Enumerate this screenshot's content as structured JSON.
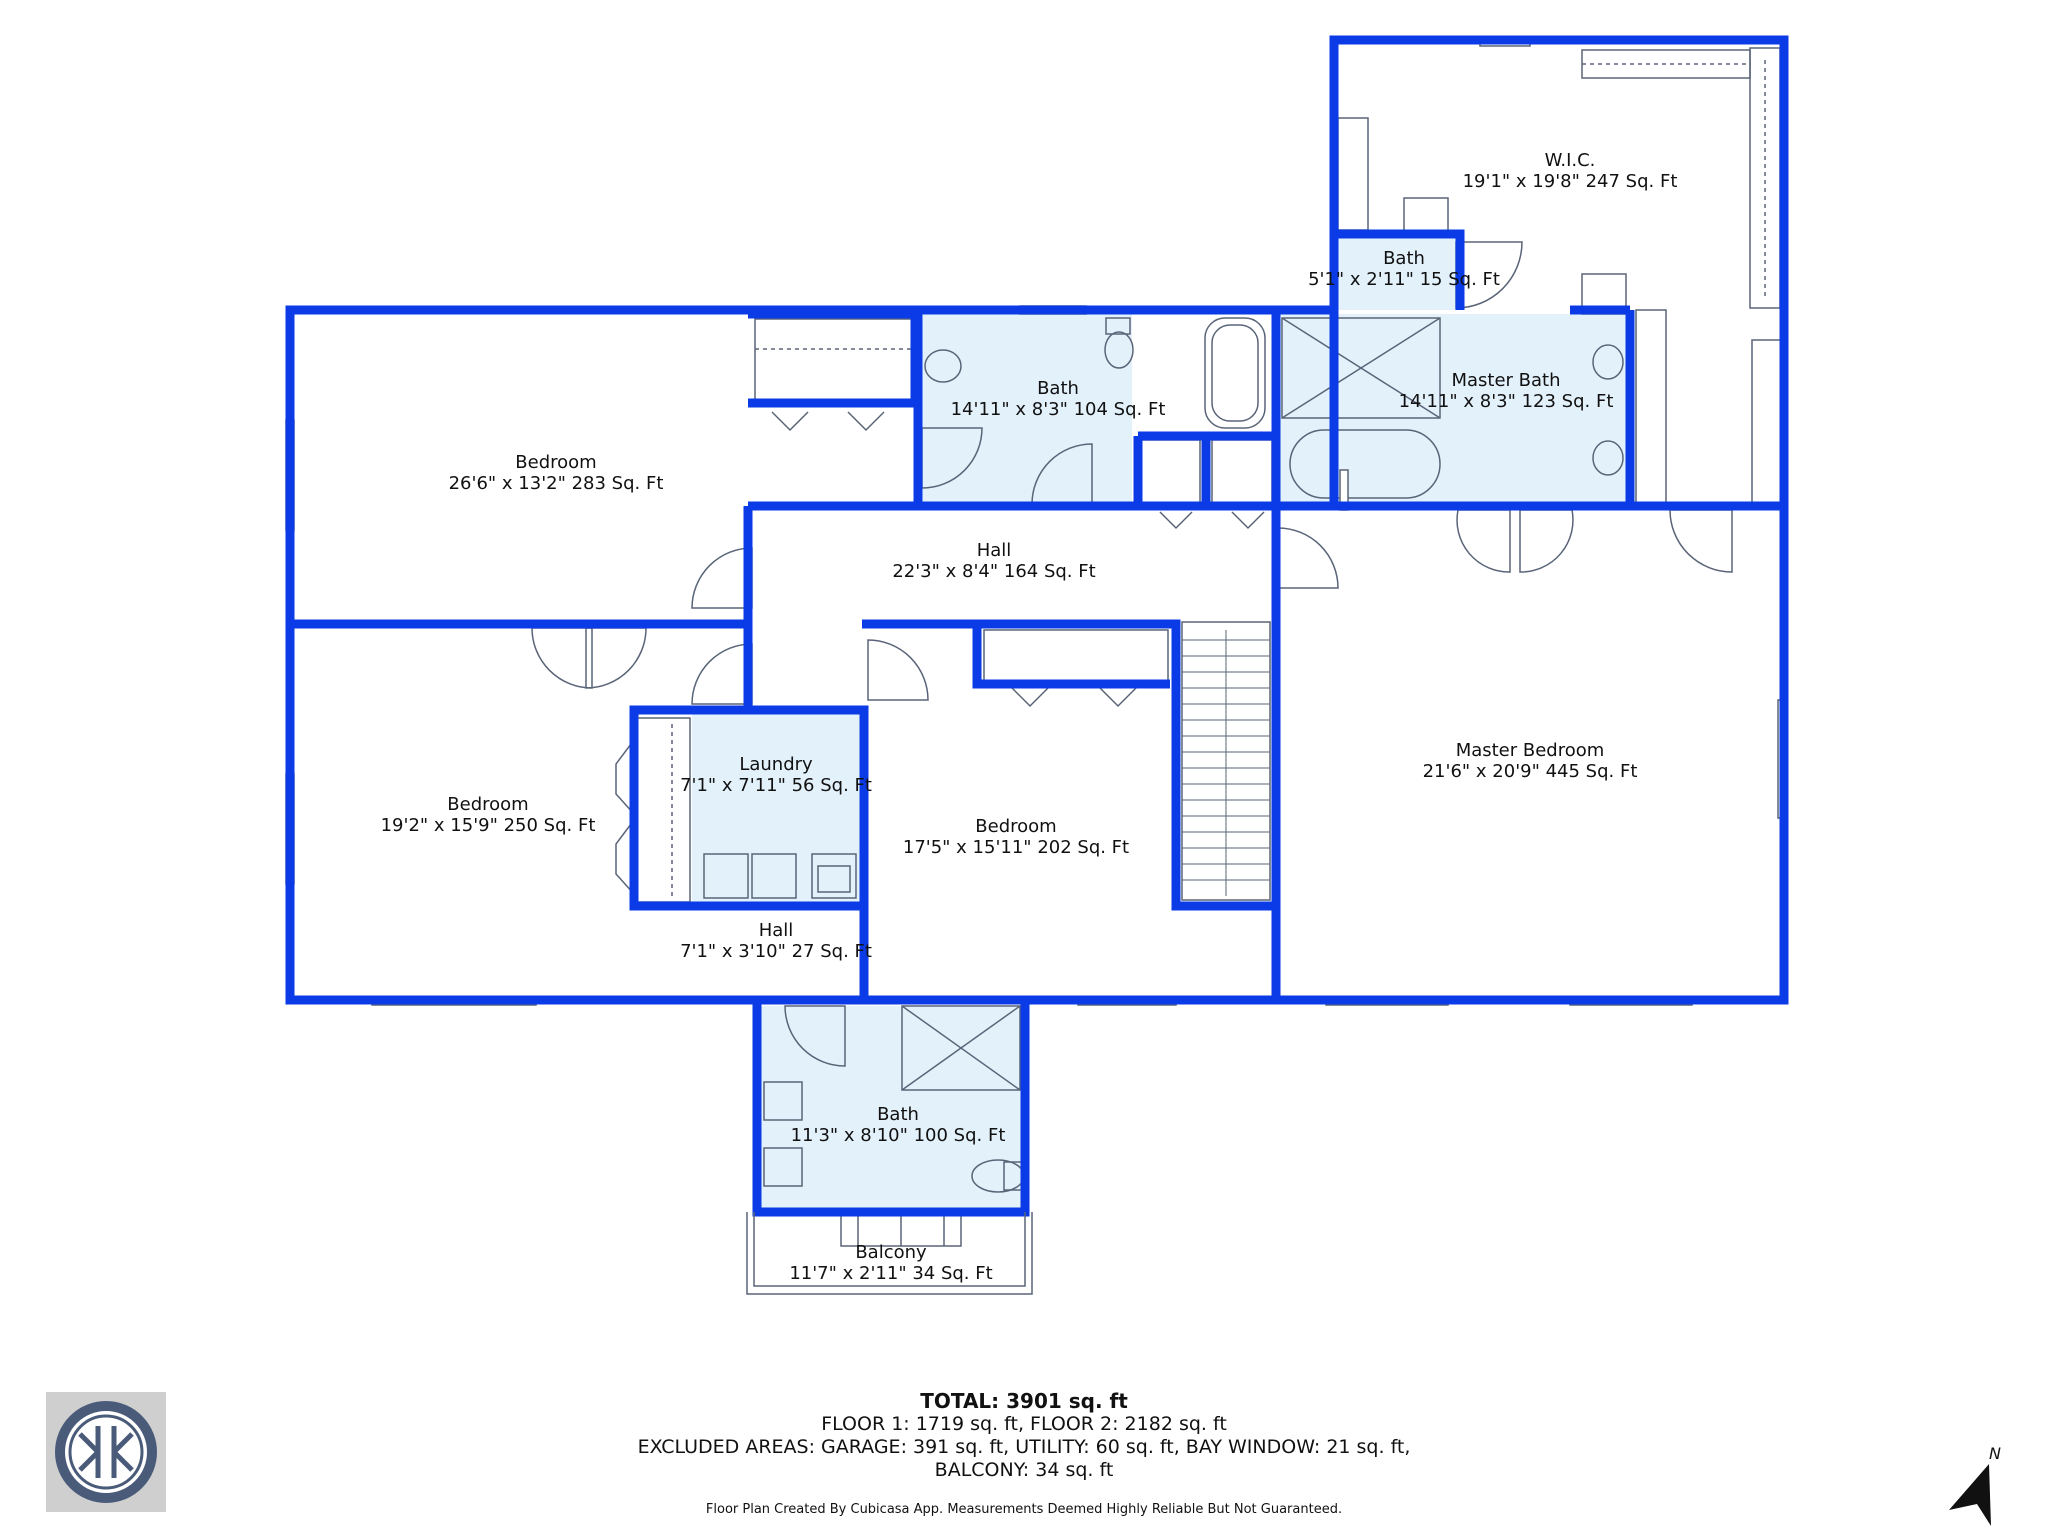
{
  "colors": {
    "wall": "#0a3be6",
    "wet_floor": "#e3f1fb",
    "line": "#5a6478",
    "logo_bg": "#cfcfcf",
    "logo_ring": "#4a5b7a",
    "text": "#111111"
  },
  "rooms": [
    {
      "id": "wic",
      "name": "W.I.C.",
      "dims": "19'1\" x 19'8\" 247 Sq. Ft"
    },
    {
      "id": "bath_small",
      "name": "Bath",
      "dims": "5'1\" x 2'11\" 15 Sq. Ft"
    },
    {
      "id": "bedroom_nw",
      "name": "Bedroom",
      "dims": "26'6\" x 13'2\" 283 Sq. Ft"
    },
    {
      "id": "bath_top",
      "name": "Bath",
      "dims": "14'11\" x 8'3\" 104 Sq. Ft"
    },
    {
      "id": "master_bath",
      "name": "Master Bath",
      "dims": "14'11\" x 8'3\" 123 Sq. Ft"
    },
    {
      "id": "hall_main",
      "name": "Hall",
      "dims": "22'3\" x 8'4\" 164 Sq. Ft"
    },
    {
      "id": "bedroom_w",
      "name": "Bedroom",
      "dims": "19'2\" x 15'9\" 250 Sq. Ft"
    },
    {
      "id": "laundry",
      "name": "Laundry",
      "dims": "7'1\" x 7'11\" 56 Sq. Ft"
    },
    {
      "id": "bedroom_c",
      "name": "Bedroom",
      "dims": "17'5\" x 15'11\" 202 Sq. Ft"
    },
    {
      "id": "master_bedroom",
      "name": "Master Bedroom",
      "dims": "21'6\" x 20'9\" 445 Sq. Ft"
    },
    {
      "id": "hall_small",
      "name": "Hall",
      "dims": "7'1\" x 3'10\" 27 Sq. Ft"
    },
    {
      "id": "bath_bottom",
      "name": "Bath",
      "dims": "11'3\" x 8'10\" 100 Sq. Ft"
    },
    {
      "id": "balcony",
      "name": "Balcony",
      "dims": "11'7\" x 2'11\" 34 Sq. Ft"
    }
  ],
  "summary": {
    "total": "TOTAL: 3901 sq. ft",
    "floors": "FLOOR 1: 1719 sq. ft, FLOOR 2: 2182 sq. ft",
    "excluded_line1": "EXCLUDED AREAS: GARAGE: 391 sq. ft, UTILITY: 60 sq. ft, BAY WINDOW: 21 sq. ft,",
    "excluded_line2": "BALCONY: 34 sq. ft"
  },
  "disclaimer": "Floor Plan Created By Cubicasa App. Measurements Deemed Highly Reliable But Not Guaranteed.",
  "north_label": "N",
  "icons": {
    "logo": "cubicasa-logo-icon",
    "north": "north-arrow-icon"
  }
}
